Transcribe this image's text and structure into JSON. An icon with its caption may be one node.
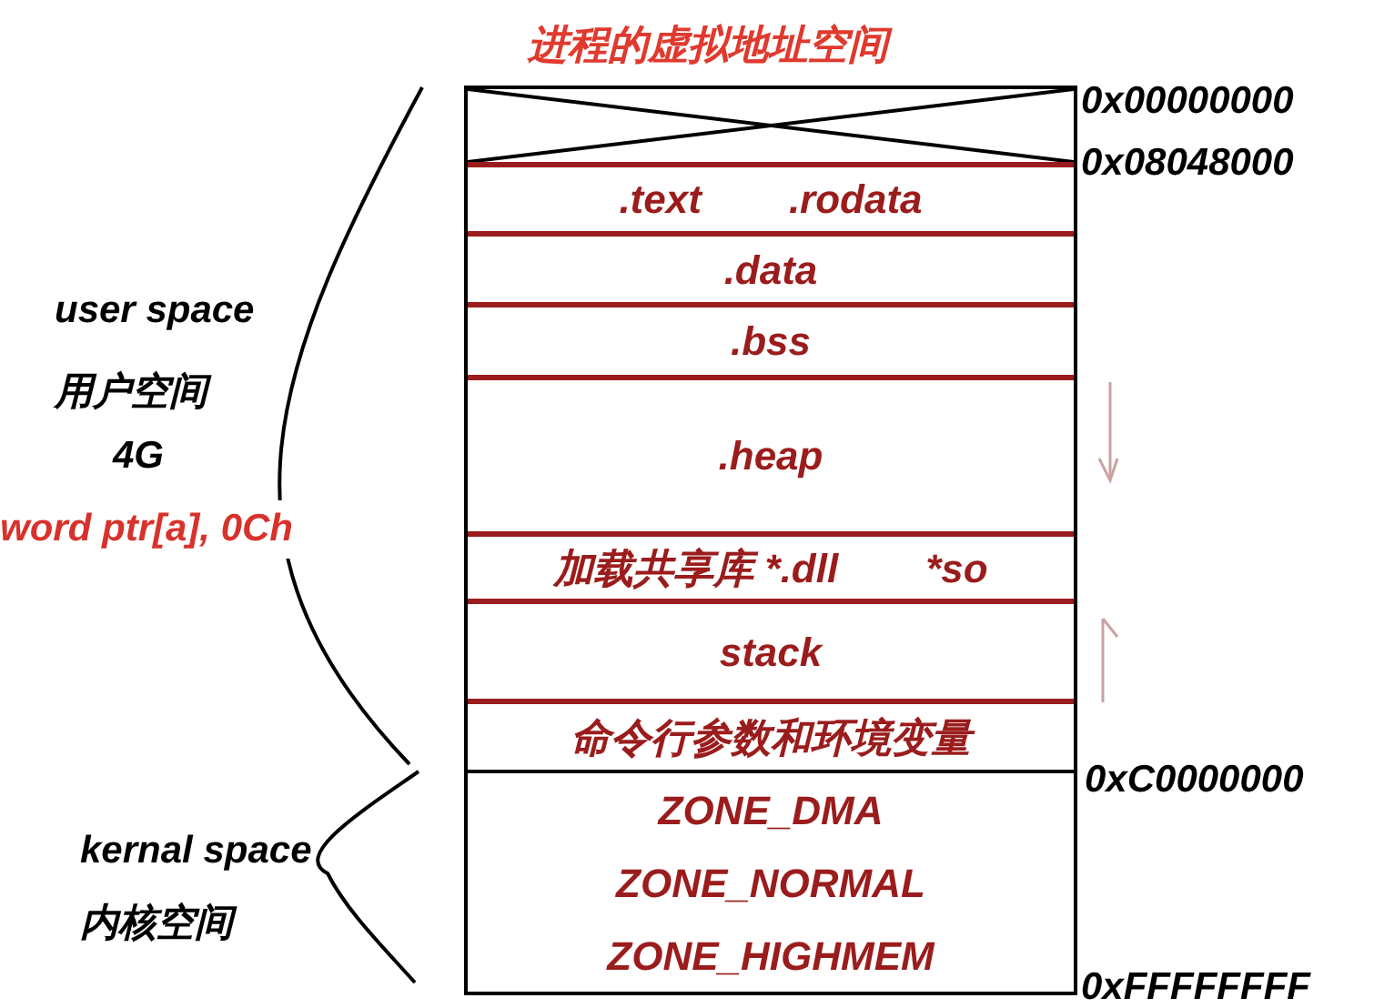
{
  "diagram": {
    "title": "进程的虚拟地址空间",
    "nodes": [
      {
        "text": [],
        "shape": "box"
      },
      {
        "text": [],
        "shape": "box",
        "in": 0
      },
      {
        "text": [
          ".text",
          ".rodata"
        ],
        "in": 0
      },
      {
        "text": [
          ".data"
        ],
        "in": 0
      },
      {
        "text": [
          ".bss"
        ],
        "in": 0
      },
      {
        "text": [
          ".heap"
        ],
        "in": 0
      },
      {
        "text": [
          "加载共享库 *.dll",
          "*so"
        ],
        "in": 0
      },
      {
        "text": [
          "stack"
        ],
        "in": 0
      },
      {
        "text": [
          "命令行参数和环境变量"
        ],
        "in": 0
      },
      {
        "text": [
          "ZONE_DMA",
          "ZONE_NORMAL",
          "ZONE_HIGHMEM"
        ],
        "in": 0
      }
    ],
    "edges": [],
    "labels": [
      "0x00000000",
      "0x08048000",
      "user space",
      "用户空间",
      "4G",
      "word ptr[a], 0Ch",
      "0xC0000000",
      "kernal space",
      "内核空间",
      "0xFFFFFFFF"
    ]
  }
}
